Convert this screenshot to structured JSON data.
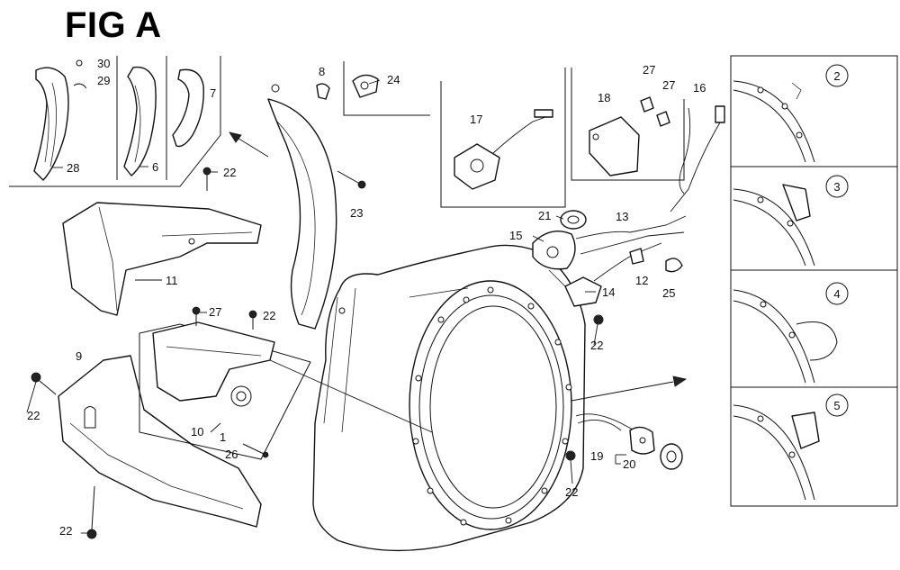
{
  "figure": {
    "title": "FIG A"
  },
  "callouts": {
    "c30": "30",
    "c29": "29",
    "c7": "7",
    "c28": "28",
    "c6": "6",
    "c22a": "22",
    "c8": "8",
    "c24": "24",
    "c23": "23",
    "c11": "11",
    "c27a": "27",
    "c22b": "22",
    "c9": "9",
    "c22c": "22",
    "c22d": "22",
    "c10": "10",
    "c1": "1",
    "c26": "26",
    "c17": "17",
    "c18": "18",
    "c27b": "27",
    "c27c": "27",
    "c16": "16",
    "c21": "21",
    "c13": "13",
    "c15": "15",
    "c14": "14",
    "c12": "12",
    "c25": "25",
    "c22e": "22",
    "c19": "19",
    "c20": "20",
    "c22f": "22"
  },
  "detail_views": [
    "2",
    "3",
    "4",
    "5"
  ]
}
